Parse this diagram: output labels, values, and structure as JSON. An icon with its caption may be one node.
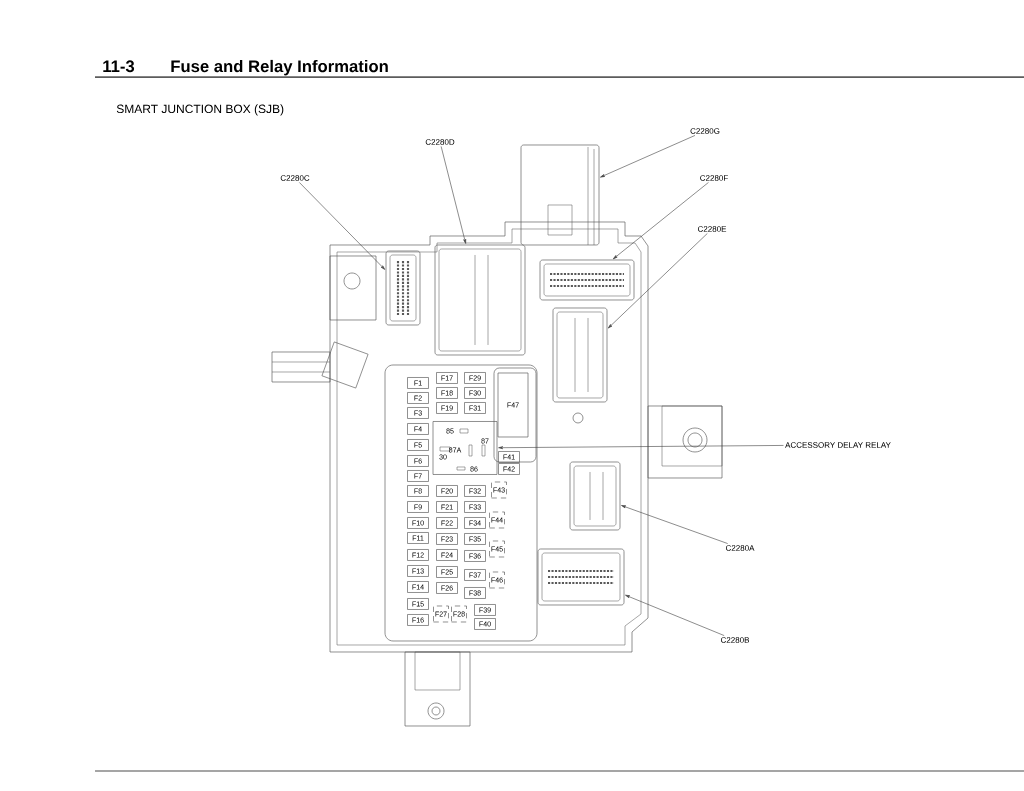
{
  "diagram": {
    "title": "Fuse and Relay Information",
    "nodes": [
      {
        "text": [
          "C2280C"
        ]
      },
      {
        "text": [
          "C2280D"
        ]
      },
      {
        "text": [
          "C2280G"
        ]
      },
      {
        "text": [
          "C2280F"
        ]
      },
      {
        "text": [
          "C2280E"
        ]
      },
      {
        "text": [],
        "shape": "box"
      },
      {
        "text": [],
        "shape": "box"
      },
      {
        "text": [],
        "shape": "box"
      },
      {
        "text": [],
        "shape": "box"
      },
      {
        "text": [],
        "shape": "box"
      },
      {
        "text": [
          "ACCESSORY DELAY RELAY"
        ]
      },
      {
        "text": [
          "85",
          "87",
          "30",
          "87A",
          "86"
        ]
      },
      {
        "text": [
          "F1"
        ]
      },
      {
        "text": [
          "F2"
        ]
      },
      {
        "text": [
          "F3"
        ]
      },
      {
        "text": [
          "F4"
        ]
      },
      {
        "text": [
          "F5"
        ]
      },
      {
        "text": [
          "F6"
        ]
      },
      {
        "text": [
          "F7"
        ]
      },
      {
        "text": [
          "F8"
        ]
      },
      {
        "text": [
          "F9"
        ]
      },
      {
        "text": [
          "F10"
        ]
      },
      {
        "text": [
          "F11"
        ]
      },
      {
        "text": [
          "F12"
        ]
      },
      {
        "text": [
          "F13"
        ]
      },
      {
        "text": [
          "F14"
        ]
      },
      {
        "text": [
          "F15"
        ]
      },
      {
        "text": [
          "F16"
        ]
      },
      {
        "text": [
          "F17"
        ]
      },
      {
        "text": [
          "F18"
        ]
      },
      {
        "text": [
          "F19"
        ]
      },
      {
        "text": [
          "F20"
        ]
      },
      {
        "text": [
          "F21"
        ]
      },
      {
        "text": [
          "F22"
        ]
      },
      {
        "text": [
          "F23"
        ]
      },
      {
        "text": [
          "F24"
        ]
      },
      {
        "text": [
          "F25"
        ]
      },
      {
        "text": [
          "F26"
        ]
      },
      {
        "text": [
          "F27"
        ]
      },
      {
        "text": [
          "F28"
        ]
      },
      {
        "text": [
          "F29"
        ]
      },
      {
        "text": [
          "F30"
        ]
      },
      {
        "text": [
          "F31"
        ]
      },
      {
        "text": [
          "F32"
        ]
      },
      {
        "text": [
          "F33"
        ]
      },
      {
        "text": [
          "F34"
        ]
      },
      {
        "text": [
          "F35"
        ]
      },
      {
        "text": [
          "F36"
        ]
      },
      {
        "text": [
          "F37"
        ]
      },
      {
        "text": [
          "F38"
        ]
      },
      {
        "text": [
          "F39"
        ]
      },
      {
        "text": [
          "F40"
        ]
      },
      {
        "text": [
          "F41"
        ]
      },
      {
        "text": [
          "F42"
        ]
      },
      {
        "text": [
          "F43"
        ]
      },
      {
        "text": [
          "F44"
        ]
      },
      {
        "text": [
          "F45"
        ]
      },
      {
        "text": [
          "F46"
        ]
      },
      {
        "text": [
          "F47"
        ]
      },
      {
        "text": [
          "C2280A"
        ]
      },
      {
        "text": [],
        "shape": "box"
      },
      {
        "text": [
          "C2280B"
        ]
      },
      {
        "text": [],
        "shape": "box"
      }
    ],
    "edges": [
      {
        "from": 0,
        "to": 6,
        "arrow": "to"
      },
      {
        "from": 1,
        "to": 7,
        "arrow": "to"
      },
      {
        "from": 2,
        "to": 5,
        "arrow": "to"
      },
      {
        "from": 3,
        "to": 8,
        "arrow": "to"
      },
      {
        "from": 4,
        "to": 9,
        "arrow": "to"
      },
      {
        "from": 10,
        "to": 11,
        "arrow": "to"
      },
      {
        "from": 59,
        "to": 60,
        "arrow": "to"
      },
      {
        "from": 61,
        "to": 62,
        "arrow": "to"
      }
    ],
    "labels": [
      "11-3",
      "SMART JUNCTION BOX (SJB)"
    ]
  }
}
